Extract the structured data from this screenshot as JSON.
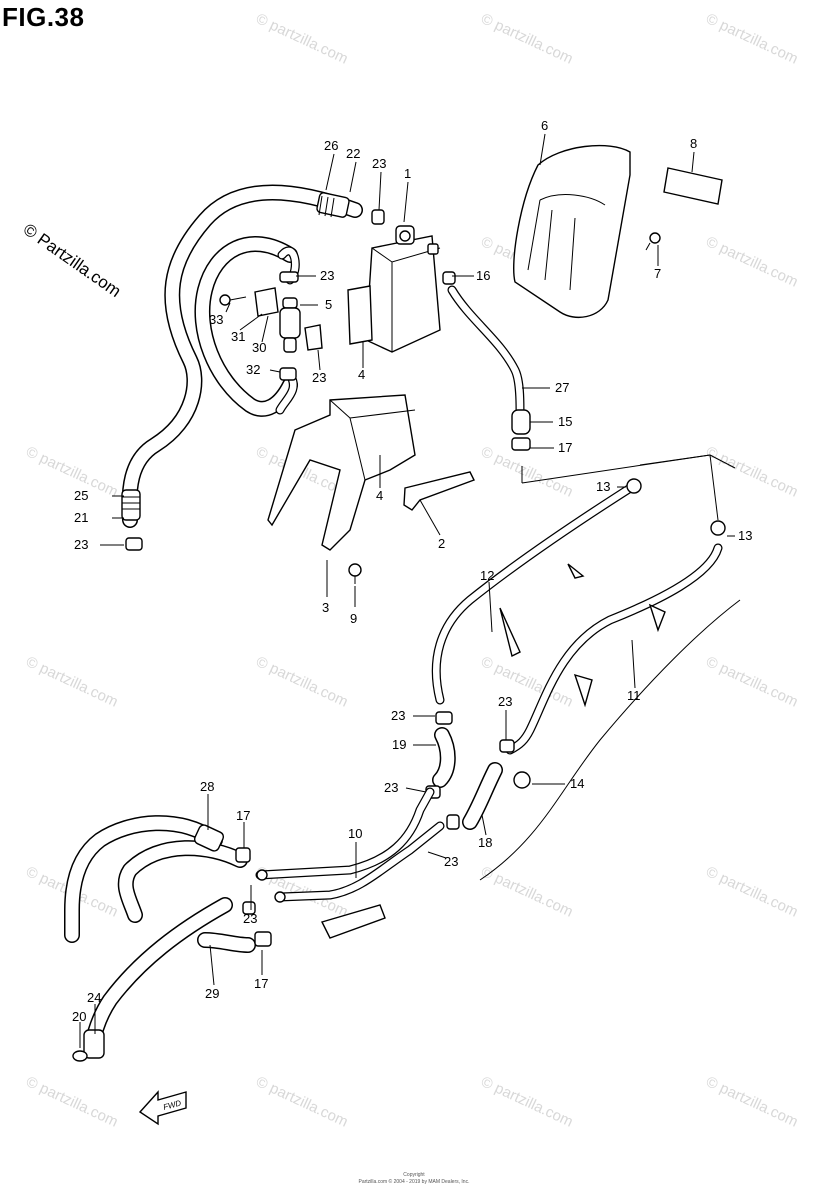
{
  "figure": {
    "title": "FIG.38"
  },
  "watermark": {
    "text": "© Partzilla.com",
    "lower": "© partzilla.com"
  },
  "fwd_label": "FWD",
  "copyright_lines": [
    "Copyright",
    "Partzilla.com © 2004 - 2019 by MAM Dealers, Inc."
  ],
  "callouts": [
    {
      "id": "c-26",
      "text": "26"
    },
    {
      "id": "c-22",
      "text": "22"
    },
    {
      "id": "c-23a",
      "text": "23"
    },
    {
      "id": "c-1",
      "text": "1"
    },
    {
      "id": "c-6",
      "text": "6"
    },
    {
      "id": "c-8",
      "text": "8"
    },
    {
      "id": "c-7",
      "text": "7"
    },
    {
      "id": "c-16",
      "text": "16"
    },
    {
      "id": "c-23b",
      "text": "23"
    },
    {
      "id": "c-5",
      "text": "5"
    },
    {
      "id": "c-33",
      "text": "33"
    },
    {
      "id": "c-31",
      "text": "31"
    },
    {
      "id": "c-30",
      "text": "30"
    },
    {
      "id": "c-4a",
      "text": "4"
    },
    {
      "id": "c-32",
      "text": "32"
    },
    {
      "id": "c-23c",
      "text": "23"
    },
    {
      "id": "c-27",
      "text": "27"
    },
    {
      "id": "c-15",
      "text": "15"
    },
    {
      "id": "c-17a",
      "text": "17"
    },
    {
      "id": "c-4b",
      "text": "4"
    },
    {
      "id": "c-13a",
      "text": "13"
    },
    {
      "id": "c-13b",
      "text": "13"
    },
    {
      "id": "c-25",
      "text": "25"
    },
    {
      "id": "c-21",
      "text": "21"
    },
    {
      "id": "c-23d",
      "text": "23"
    },
    {
      "id": "c-2",
      "text": "2"
    },
    {
      "id": "c-3",
      "text": "3"
    },
    {
      "id": "c-9",
      "text": "9"
    },
    {
      "id": "c-12",
      "text": "12"
    },
    {
      "id": "c-11",
      "text": "11"
    },
    {
      "id": "c-23e",
      "text": "23"
    },
    {
      "id": "c-23f",
      "text": "23"
    },
    {
      "id": "c-19",
      "text": "19"
    },
    {
      "id": "c-23g",
      "text": "23"
    },
    {
      "id": "c-14",
      "text": "14"
    },
    {
      "id": "c-28",
      "text": "28"
    },
    {
      "id": "c-17b",
      "text": "17"
    },
    {
      "id": "c-10",
      "text": "10"
    },
    {
      "id": "c-18",
      "text": "18"
    },
    {
      "id": "c-23h",
      "text": "23"
    },
    {
      "id": "c-23i",
      "text": "23"
    },
    {
      "id": "c-29",
      "text": "29"
    },
    {
      "id": "c-17c",
      "text": "17"
    },
    {
      "id": "c-24",
      "text": "24"
    },
    {
      "id": "c-20",
      "text": "20"
    }
  ]
}
